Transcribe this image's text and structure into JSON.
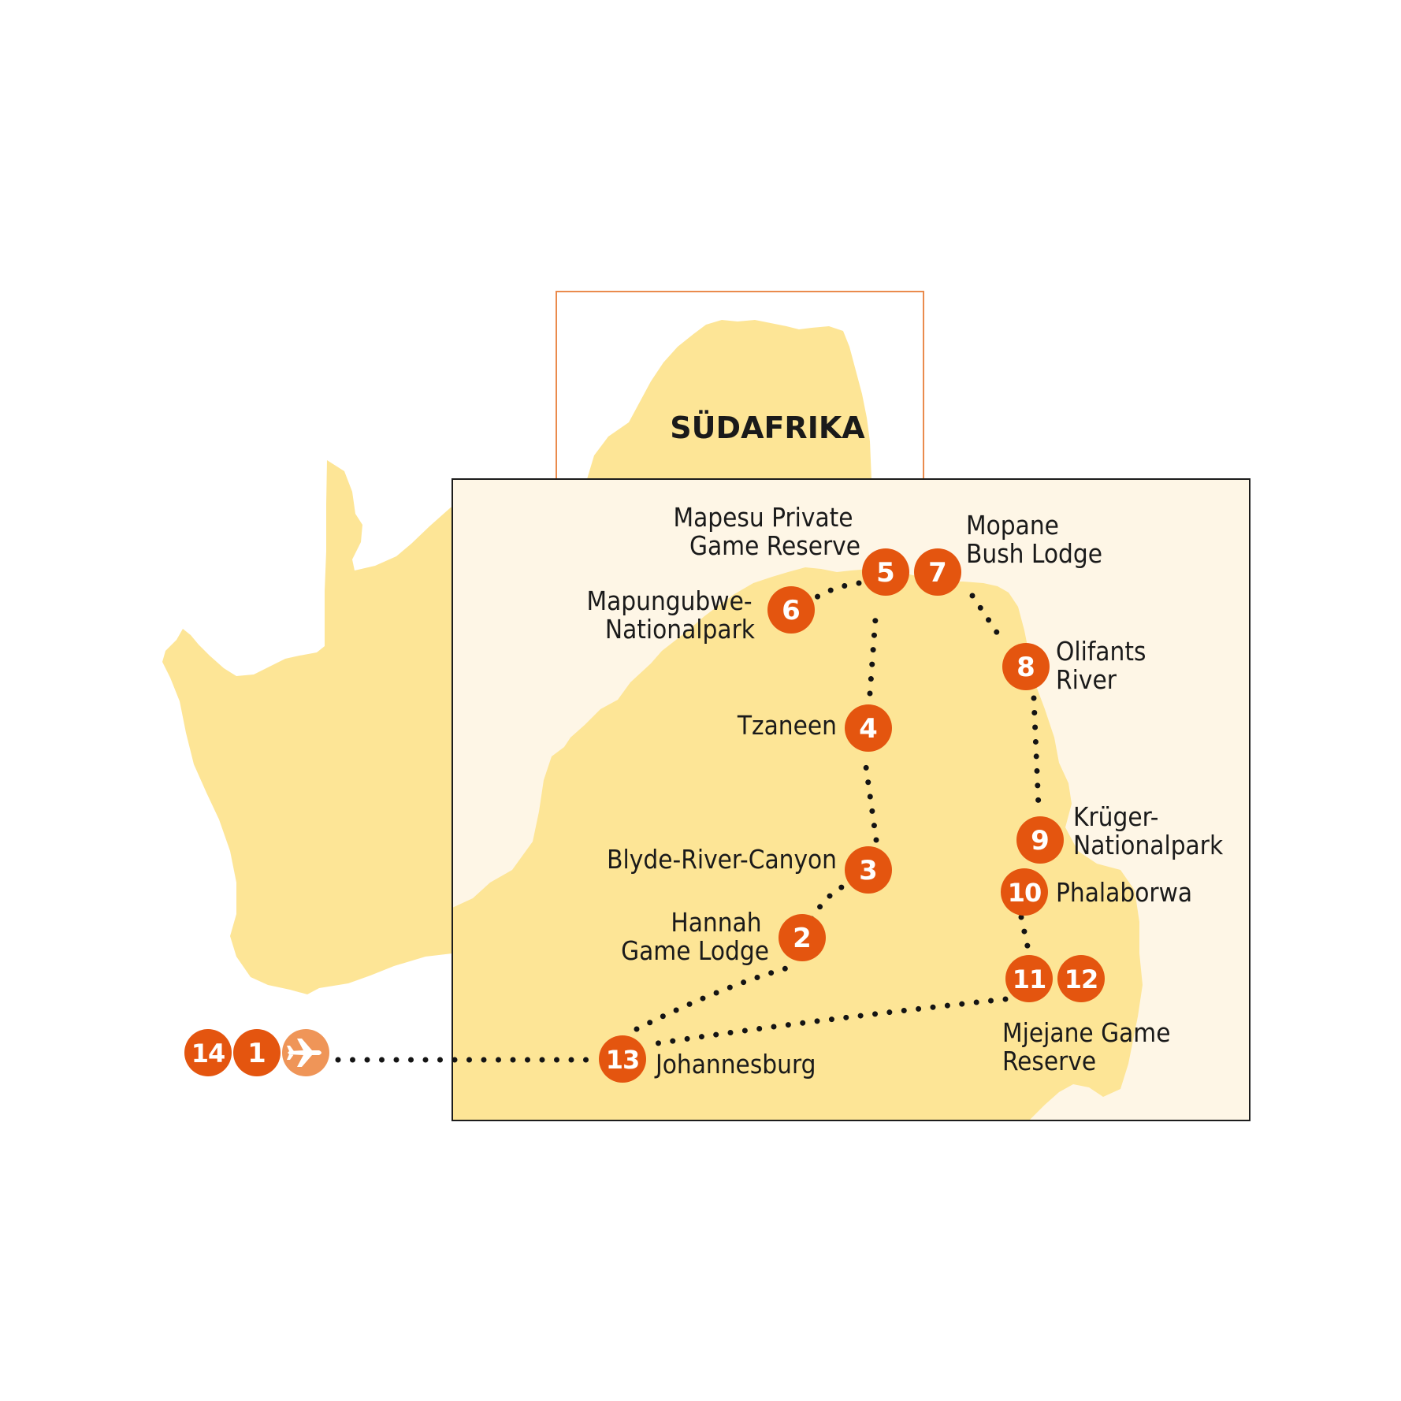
{
  "country_label": "SÜDAFRIKA",
  "colors": {
    "land": "#fde596",
    "inset_bg": "#fef6e6",
    "stop_marker": "#e4550f",
    "airport_marker": "#ef9558",
    "inset_frame": "#1c1c1c",
    "locator_frame": "#ea8b4d",
    "route": "#141414"
  },
  "icons": {
    "airport": "airplane-icon"
  },
  "stops": [
    {
      "days": "14",
      "label": ""
    },
    {
      "days": "1",
      "label": ""
    },
    {
      "days": "13",
      "label": "Johannesburg"
    },
    {
      "days": "2",
      "label": "Hannah Game Lodge",
      "label_lines": [
        "Hannah",
        "Game Lodge"
      ]
    },
    {
      "days": "3",
      "label": "Blyde-River-Canyon"
    },
    {
      "days": "4",
      "label": "Tzaneen"
    },
    {
      "days": "5",
      "label": "Mapesu Private Game Reserve",
      "label_lines": [
        "Mapesu Private",
        "Game Reserve"
      ]
    },
    {
      "days": "6",
      "label": "Mapungubwe-Nationalpark",
      "label_lines": [
        "Mapungubwe-",
        "Nationalpark"
      ]
    },
    {
      "days": "7",
      "label": "Mopane Bush Lodge",
      "label_lines": [
        "Mopane",
        "Bush Lodge"
      ]
    },
    {
      "days": "8",
      "label": "Olifants River",
      "label_lines": [
        "Olifants",
        "River"
      ]
    },
    {
      "days": "9",
      "label": "Krüger-Nationalpark",
      "label_lines": [
        "Krüger-",
        "Nationalpark"
      ]
    },
    {
      "days": "10",
      "label": "Phalaborwa"
    },
    {
      "days": "11",
      "label": "Mjejane Game Reserve",
      "label_lines": [
        "Mjejane Game",
        "Reserve"
      ]
    },
    {
      "days": "12",
      "label": ""
    }
  ]
}
